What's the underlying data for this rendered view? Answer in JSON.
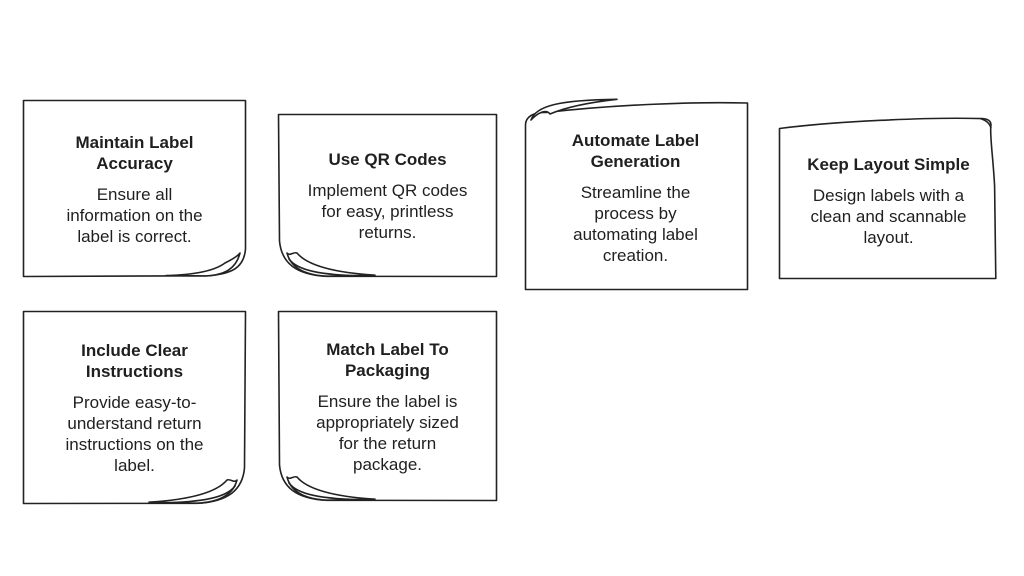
{
  "style": {
    "background": "#ffffff",
    "note_fill": "#ffffff",
    "border_color": "#222222",
    "text_color": "#1f1f1f"
  },
  "cards": [
    {
      "title": "Maintain Label Accuracy",
      "body": "Ensure all information on the label is correct."
    },
    {
      "title": "Use QR Codes",
      "body": "Implement QR codes for easy, printless returns."
    },
    {
      "title": "Automate Label Generation",
      "body": "Streamline the process by automating label creation."
    },
    {
      "title": "Keep Layout Simple",
      "body": "Design labels with a clean and scannable layout."
    },
    {
      "title": "Include Clear Instructions",
      "body": "Provide easy-to-understand return instructions on the label."
    },
    {
      "title": "Match Label To Packaging",
      "body": "Ensure the label is appropriately sized for the return package."
    }
  ]
}
